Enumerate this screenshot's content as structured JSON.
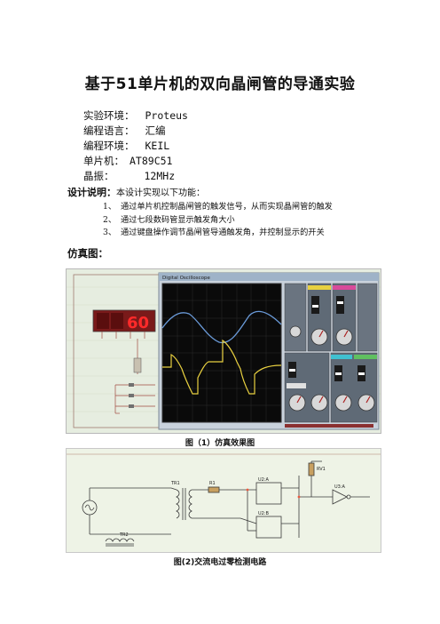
{
  "title": "基于51单片机的双向晶闸管的导通实验",
  "environment": [
    {
      "label": "实验环境：",
      "value": "Proteus"
    },
    {
      "label": "编程语言：",
      "value": "汇编"
    },
    {
      "label": "编程环境：",
      "value": "KEIL"
    },
    {
      "label": "单片机：",
      "value": "AT89C51"
    },
    {
      "label": "晶振：",
      "value": "12MHz"
    }
  ],
  "design": {
    "label": "设计说明：",
    "intro": "本设计实现以下功能：",
    "items": [
      {
        "num": "1、",
        "text": "通过单片机控制晶闸管的触发信号，从而实现晶闸管的触发"
      },
      {
        "num": "2、",
        "text": "通过七段数码管显示触发角大小"
      },
      {
        "num": "3、",
        "text": "通过键盘操作调节晶闸管导通触发角，并控制显示的开关"
      }
    ]
  },
  "sim_heading": "仿真图：",
  "figure1": {
    "caption": "图（1）仿真效果图",
    "display_value": "60",
    "oscilloscope_title": "Digital Oscilloscope",
    "colors": {
      "channel_a": "#6a9ad8",
      "channel_b": "#e8d040",
      "screen": "#0a0a0a",
      "segment": "#ff2a2a",
      "panel": "#6a7480"
    }
  },
  "figure2": {
    "caption": "图(2)交流电过零检测电路",
    "labels": {
      "tr1": "TR1",
      "tr2": "TR2",
      "u2a": "U2:A",
      "u2b": "U2:B",
      "u3a": "U3:A",
      "r1": "R1",
      "rv": "RV1"
    }
  }
}
